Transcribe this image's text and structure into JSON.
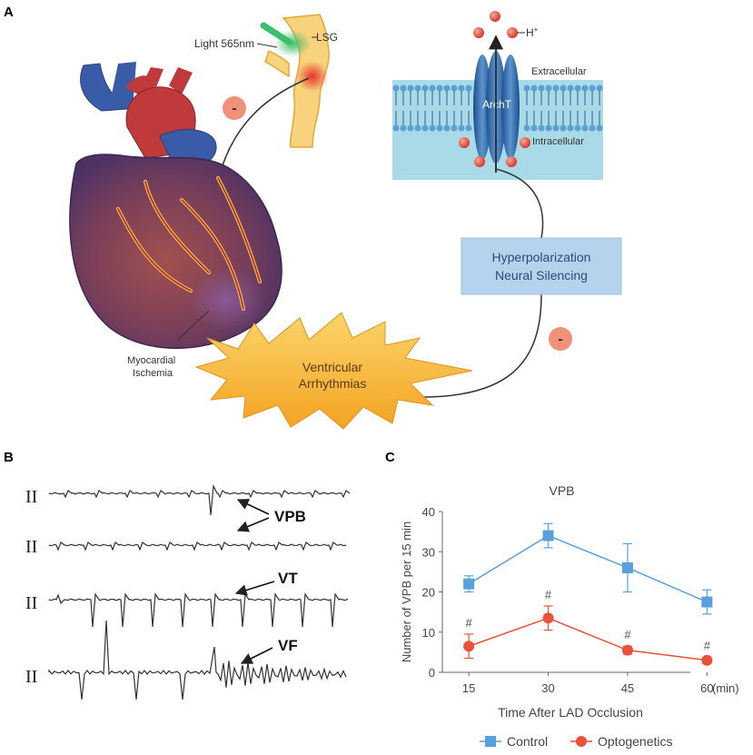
{
  "panels": {
    "a": "A",
    "b": "B",
    "c": "C"
  },
  "diagram": {
    "light_label": "Light 565nm",
    "lsg_label": "LSG",
    "h_label": "H",
    "h_sup": "+",
    "archt_label": "ArchT",
    "extracellular_label": "Extracellular",
    "intracellular_label": "Intracellular",
    "box_line1": "Hyperpolarization",
    "box_line2": "Neural Silencing",
    "ischemia_line1": "Myocardial",
    "ischemia_line2": "Ischemia",
    "burst_line1": "Ventricular",
    "burst_line2": "Arrhythmias",
    "minus_sign": "-",
    "colors": {
      "heart_red": "#c0393b",
      "vessel_blue": "#3a5ca8",
      "membrane_bg": "#a8dbe7",
      "box_fill": "#b5d3ec",
      "burst_fill": "#f6b731",
      "minus_fill": "#f0917a"
    }
  },
  "ecg": {
    "leads": [
      "II",
      "II",
      "II",
      "II"
    ],
    "labels": {
      "vpb": "VPB",
      "vt": "VT",
      "vf": "VF"
    }
  },
  "chart_data": {
    "type": "line",
    "title": "VPB",
    "xlabel": "Time After LAD Occlusion",
    "ylabel": "Number of VPB per 15 min",
    "x": [
      15,
      30,
      45,
      60
    ],
    "x_unit": "(min)",
    "ylim": [
      0,
      40
    ],
    "yticks": [
      0,
      10,
      20,
      30,
      40
    ],
    "grid": false,
    "legend_position": "bottom",
    "series": [
      {
        "name": "Control",
        "marker": "square",
        "color": "#5aa0dc",
        "values": [
          22,
          34,
          26,
          17.5
        ],
        "err": [
          2,
          3,
          6,
          3
        ]
      },
      {
        "name": "Optogenetics",
        "marker": "circle",
        "color": "#e8513a",
        "values": [
          6.5,
          13.5,
          5.5,
          3
        ],
        "err": [
          3,
          3,
          1,
          0.8
        ]
      }
    ],
    "annotations": [
      "#",
      "#",
      "#",
      "#"
    ]
  }
}
